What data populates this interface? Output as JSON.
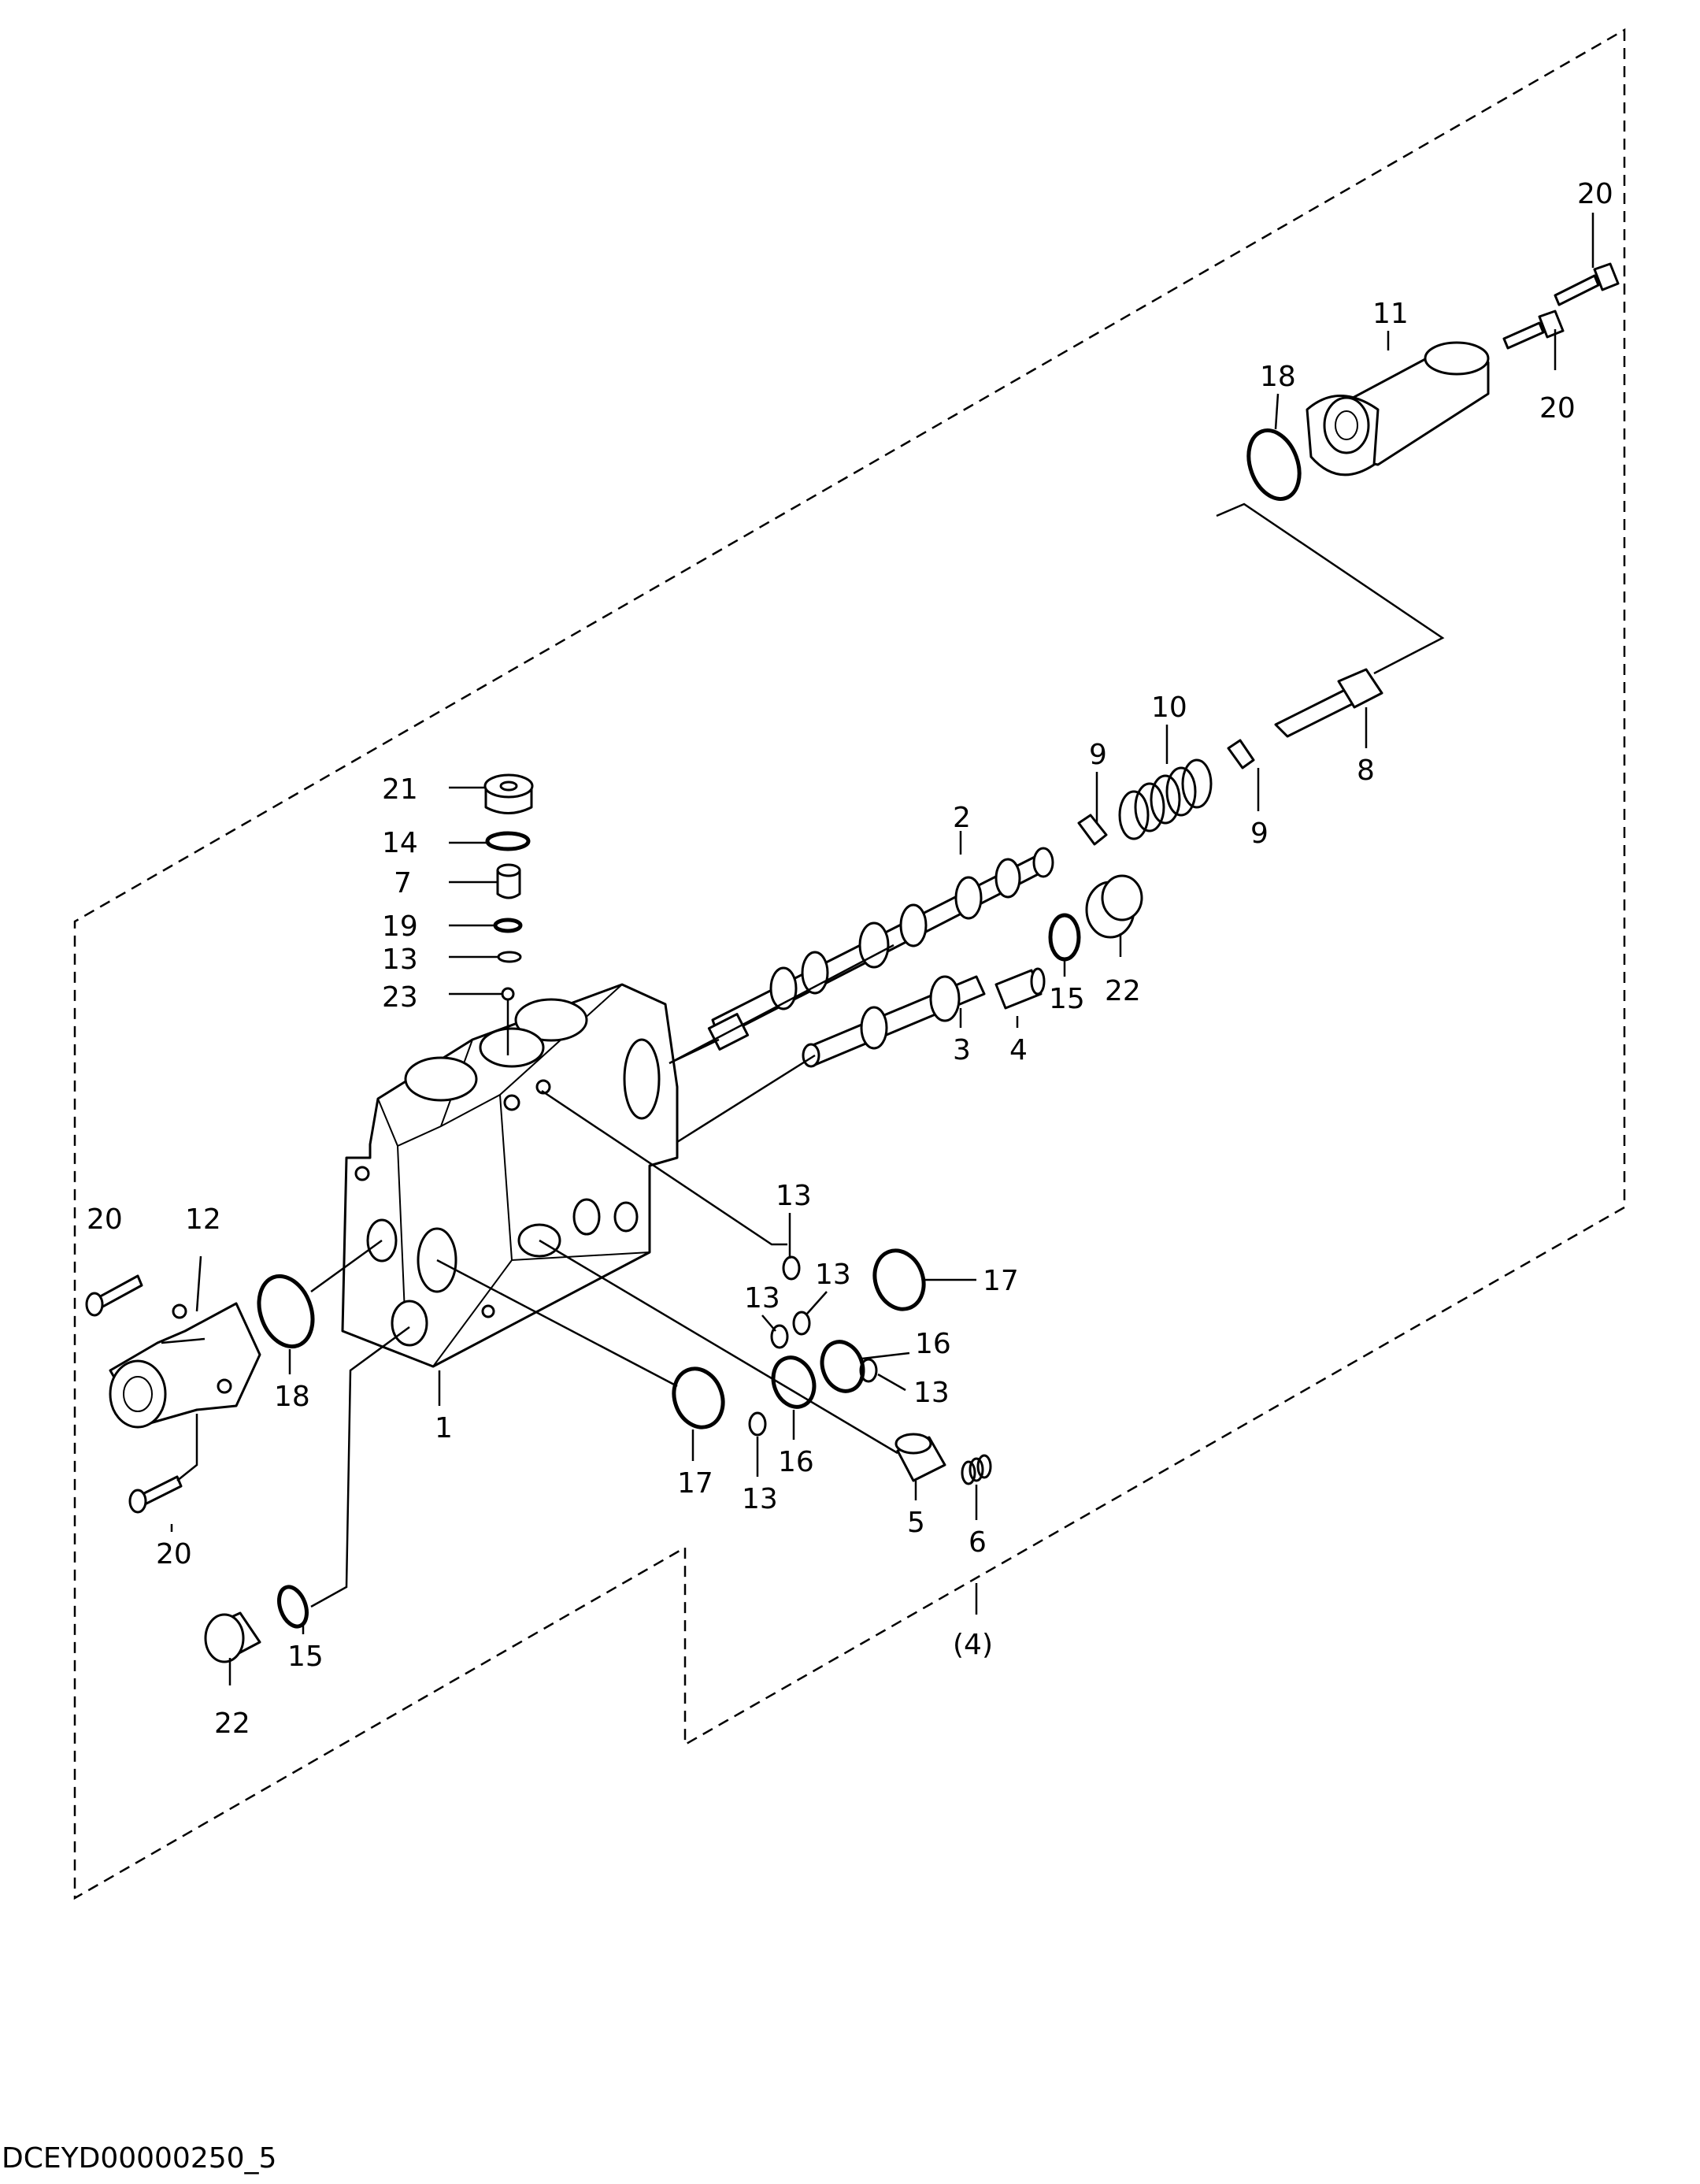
{
  "callouts": {
    "c1": "1",
    "c2": "2",
    "c3": "3",
    "c4": "4",
    "c5": "5",
    "c6": "6",
    "c7": "7",
    "c8": "8",
    "c9a": "9",
    "c9b": "9",
    "c10": "10",
    "c11": "11",
    "c12": "12",
    "c13a": "13",
    "c13b": "13",
    "c13c": "13",
    "c13d": "13",
    "c13e": "13",
    "c13f": "13",
    "c14": "14",
    "c15a": "15",
    "c15b": "15",
    "c16a": "16",
    "c16b": "16",
    "c17a": "17",
    "c17b": "17",
    "c18a": "18",
    "c18b": "18",
    "c19": "19",
    "c20a": "20",
    "c20b": "20",
    "c20c": "20",
    "c20d": "20",
    "c21": "21",
    "c22a": "22",
    "c22b": "22",
    "c23": "23",
    "assembly": "(4)"
  },
  "footer": {
    "code": "DCEYD00000250_5"
  },
  "colors": {
    "line": "#000000",
    "background": "#ffffff"
  }
}
